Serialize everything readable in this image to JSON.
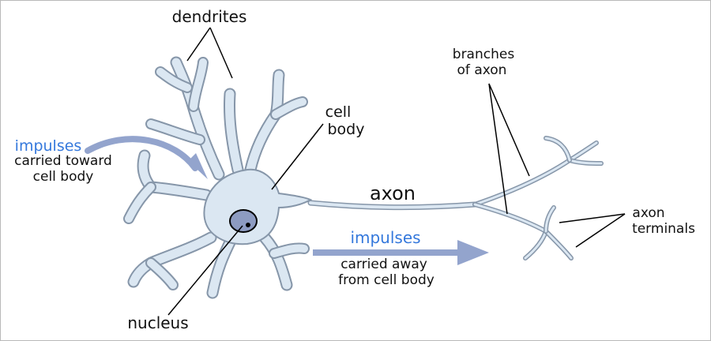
{
  "labels": {
    "dendrites": "dendrites",
    "cell_body_line1": "cell",
    "cell_body_line2": "body",
    "branches_line1": "branches",
    "branches_line2": "of axon",
    "impulses_in": "impulses",
    "impulses_in_sub1": "carried toward",
    "impulses_in_sub2": "cell body",
    "axon": "axon",
    "impulses_out": "impulses",
    "impulses_out_sub1": "carried away",
    "impulses_out_sub2": "from cell body",
    "axon_terminals_line1": "axon",
    "axon_terminals_line2": "terminals",
    "nucleus": "nucleus"
  },
  "colors": {
    "cell_fill": "#dbe7f2",
    "cell_outline": "#8696a9",
    "nucleus_fill": "#8d9bc1",
    "arrow": "#93a4cd",
    "impulse_text": "#3478dc",
    "leader_line": "#000000"
  }
}
